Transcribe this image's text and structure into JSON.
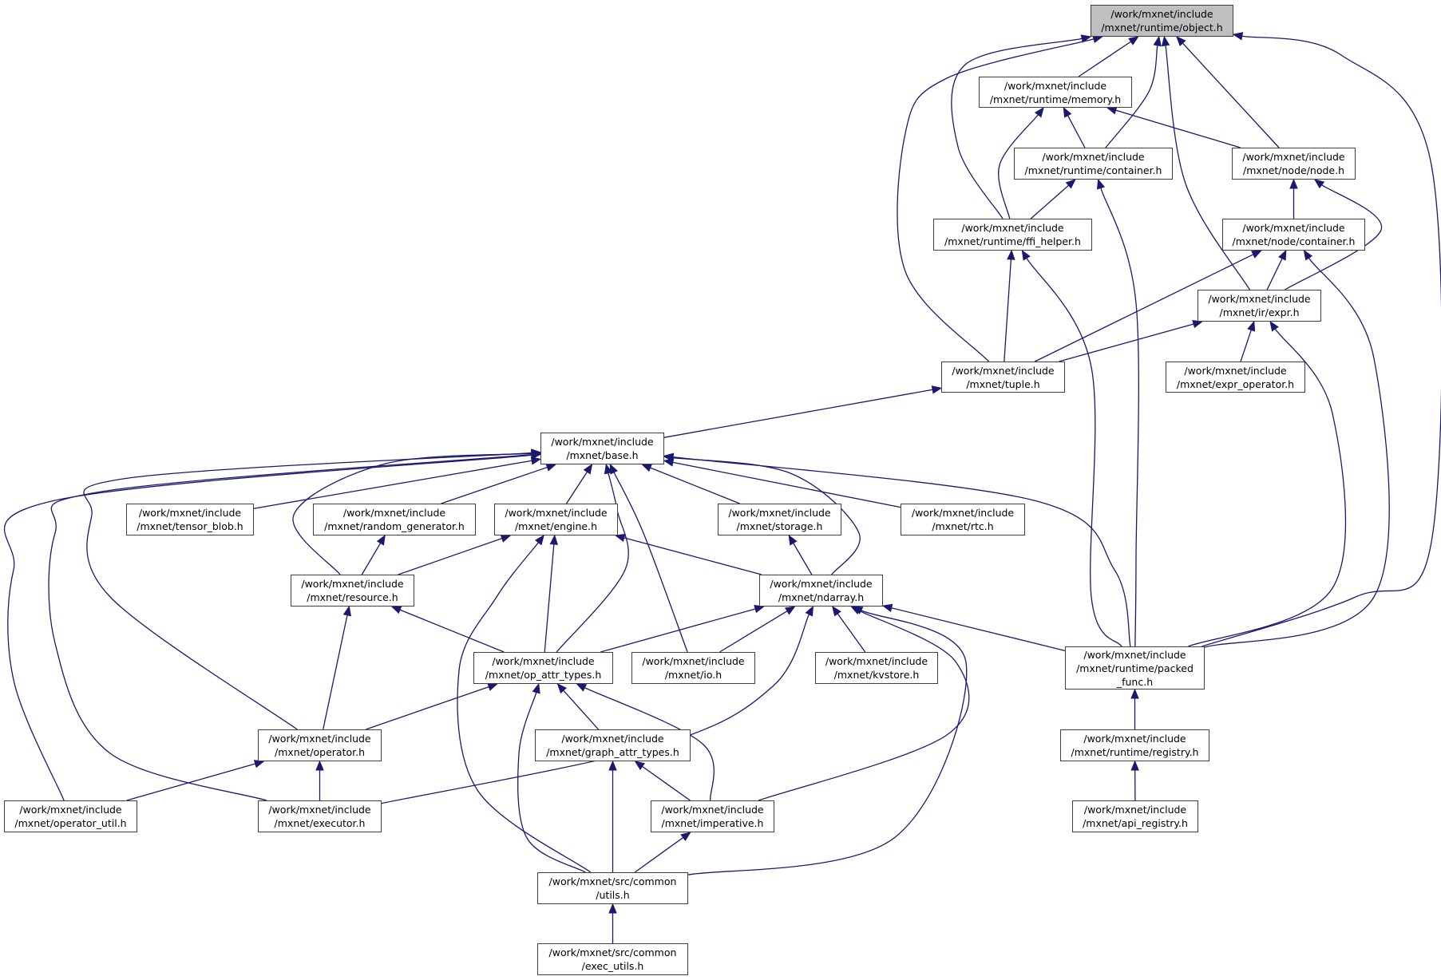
{
  "graph": {
    "highlighted": "object",
    "edge_color": "#191970",
    "highlight_fill": "#bfbfbf",
    "nodes": [
      {
        "id": "object",
        "lines": [
          "/work/mxnet/include",
          "/mxnet/runtime/object.h"
        ]
      },
      {
        "id": "memory",
        "lines": [
          "/work/mxnet/include",
          "/mxnet/runtime/memory.h"
        ]
      },
      {
        "id": "rt_container",
        "lines": [
          "/work/mxnet/include",
          "/mxnet/runtime/container.h"
        ]
      },
      {
        "id": "node_node",
        "lines": [
          "/work/mxnet/include",
          "/mxnet/node/node.h"
        ]
      },
      {
        "id": "ffi_helper",
        "lines": [
          "/work/mxnet/include",
          "/mxnet/runtime/ffi_helper.h"
        ]
      },
      {
        "id": "node_container",
        "lines": [
          "/work/mxnet/include",
          "/mxnet/node/container.h"
        ]
      },
      {
        "id": "ir_expr",
        "lines": [
          "/work/mxnet/include",
          "/mxnet/ir/expr.h"
        ]
      },
      {
        "id": "tuple",
        "lines": [
          "/work/mxnet/include",
          "/mxnet/tuple.h"
        ]
      },
      {
        "id": "expr_operator",
        "lines": [
          "/work/mxnet/include",
          "/mxnet/expr_operator.h"
        ]
      },
      {
        "id": "base",
        "lines": [
          "/work/mxnet/include",
          "/mxnet/base.h"
        ]
      },
      {
        "id": "tensor_blob",
        "lines": [
          "/work/mxnet/include",
          "/mxnet/tensor_blob.h"
        ]
      },
      {
        "id": "random_generator",
        "lines": [
          "/work/mxnet/include",
          "/mxnet/random_generator.h"
        ]
      },
      {
        "id": "engine",
        "lines": [
          "/work/mxnet/include",
          "/mxnet/engine.h"
        ]
      },
      {
        "id": "storage",
        "lines": [
          "/work/mxnet/include",
          "/mxnet/storage.h"
        ]
      },
      {
        "id": "rtc",
        "lines": [
          "/work/mxnet/include",
          "/mxnet/rtc.h"
        ]
      },
      {
        "id": "resource",
        "lines": [
          "/work/mxnet/include",
          "/mxnet/resource.h"
        ]
      },
      {
        "id": "ndarray",
        "lines": [
          "/work/mxnet/include",
          "/mxnet/ndarray.h"
        ]
      },
      {
        "id": "op_attr_types",
        "lines": [
          "/work/mxnet/include",
          "/mxnet/op_attr_types.h"
        ]
      },
      {
        "id": "io",
        "lines": [
          "/work/mxnet/include",
          "/mxnet/io.h"
        ]
      },
      {
        "id": "kvstore",
        "lines": [
          "/work/mxnet/include",
          "/mxnet/kvstore.h"
        ]
      },
      {
        "id": "packed_func",
        "lines": [
          "/work/mxnet/include",
          "/mxnet/runtime/packed",
          "_func.h"
        ]
      },
      {
        "id": "operator",
        "lines": [
          "/work/mxnet/include",
          "/mxnet/operator.h"
        ]
      },
      {
        "id": "graph_attr_types",
        "lines": [
          "/work/mxnet/include",
          "/mxnet/graph_attr_types.h"
        ]
      },
      {
        "id": "registry",
        "lines": [
          "/work/mxnet/include",
          "/mxnet/runtime/registry.h"
        ]
      },
      {
        "id": "operator_util",
        "lines": [
          "/work/mxnet/include",
          "/mxnet/operator_util.h"
        ]
      },
      {
        "id": "executor",
        "lines": [
          "/work/mxnet/include",
          "/mxnet/executor.h"
        ]
      },
      {
        "id": "imperative",
        "lines": [
          "/work/mxnet/include",
          "/mxnet/imperative.h"
        ]
      },
      {
        "id": "api_registry",
        "lines": [
          "/work/mxnet/include",
          "/mxnet/api_registry.h"
        ]
      },
      {
        "id": "utils",
        "lines": [
          "/work/mxnet/src/common",
          "/utils.h"
        ]
      },
      {
        "id": "exec_utils",
        "lines": [
          "/work/mxnet/src/common",
          "/exec_utils.h"
        ]
      }
    ],
    "edges": [
      {
        "from": "memory",
        "to": "object"
      },
      {
        "from": "rt_container",
        "to": "object"
      },
      {
        "from": "node_node",
        "to": "object"
      },
      {
        "from": "ffi_helper",
        "to": "object"
      },
      {
        "from": "ir_expr",
        "to": "object"
      },
      {
        "from": "tuple",
        "to": "object"
      },
      {
        "from": "packed_func",
        "to": "object"
      },
      {
        "from": "rt_container",
        "to": "memory"
      },
      {
        "from": "ffi_helper",
        "to": "memory"
      },
      {
        "from": "node_node",
        "to": "memory"
      },
      {
        "from": "ffi_helper",
        "to": "rt_container"
      },
      {
        "from": "packed_func",
        "to": "rt_container"
      },
      {
        "from": "node_container",
        "to": "node_node"
      },
      {
        "from": "ir_expr",
        "to": "node_node"
      },
      {
        "from": "ir_expr",
        "to": "node_container"
      },
      {
        "from": "tuple",
        "to": "node_container"
      },
      {
        "from": "packed_func",
        "to": "node_container"
      },
      {
        "from": "tuple",
        "to": "ffi_helper"
      },
      {
        "from": "packed_func",
        "to": "ffi_helper"
      },
      {
        "from": "tuple",
        "to": "ir_expr"
      },
      {
        "from": "expr_operator",
        "to": "ir_expr"
      },
      {
        "from": "packed_func",
        "to": "ir_expr"
      },
      {
        "from": "base",
        "to": "tuple"
      },
      {
        "from": "tensor_blob",
        "to": "base"
      },
      {
        "from": "random_generator",
        "to": "base"
      },
      {
        "from": "engine",
        "to": "base"
      },
      {
        "from": "storage",
        "to": "base"
      },
      {
        "from": "rtc",
        "to": "base"
      },
      {
        "from": "resource",
        "to": "base"
      },
      {
        "from": "ndarray",
        "to": "base"
      },
      {
        "from": "op_attr_types",
        "to": "base"
      },
      {
        "from": "io",
        "to": "base"
      },
      {
        "from": "operator",
        "to": "base"
      },
      {
        "from": "operator_util",
        "to": "base"
      },
      {
        "from": "executor",
        "to": "base"
      },
      {
        "from": "packed_func",
        "to": "base"
      },
      {
        "from": "resource",
        "to": "random_generator"
      },
      {
        "from": "resource",
        "to": "engine"
      },
      {
        "from": "op_attr_types",
        "to": "engine"
      },
      {
        "from": "ndarray",
        "to": "engine"
      },
      {
        "from": "utils",
        "to": "engine"
      },
      {
        "from": "ndarray",
        "to": "storage"
      },
      {
        "from": "op_attr_types",
        "to": "resource"
      },
      {
        "from": "operator",
        "to": "resource"
      },
      {
        "from": "op_attr_types",
        "to": "ndarray"
      },
      {
        "from": "io",
        "to": "ndarray"
      },
      {
        "from": "kvstore",
        "to": "ndarray"
      },
      {
        "from": "packed_func",
        "to": "ndarray"
      },
      {
        "from": "executor",
        "to": "ndarray"
      },
      {
        "from": "imperative",
        "to": "ndarray"
      },
      {
        "from": "utils",
        "to": "ndarray"
      },
      {
        "from": "operator",
        "to": "op_attr_types"
      },
      {
        "from": "graph_attr_types",
        "to": "op_attr_types"
      },
      {
        "from": "imperative",
        "to": "op_attr_types"
      },
      {
        "from": "utils",
        "to": "op_attr_types"
      },
      {
        "from": "operator_util",
        "to": "operator"
      },
      {
        "from": "executor",
        "to": "operator"
      },
      {
        "from": "utils",
        "to": "graph_attr_types"
      },
      {
        "from": "imperative",
        "to": "graph_attr_types"
      },
      {
        "from": "utils",
        "to": "imperative"
      },
      {
        "from": "exec_utils",
        "to": "utils"
      },
      {
        "from": "registry",
        "to": "packed_func"
      },
      {
        "from": "api_registry",
        "to": "registry"
      }
    ]
  }
}
